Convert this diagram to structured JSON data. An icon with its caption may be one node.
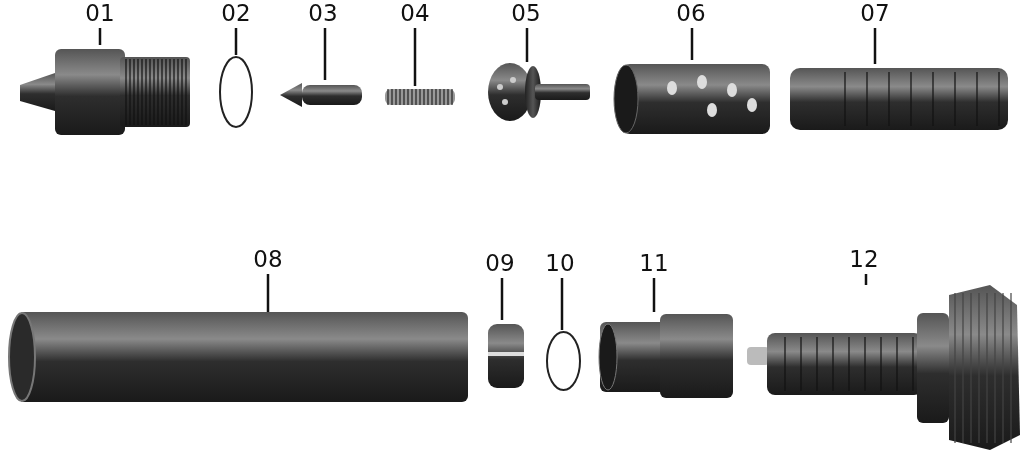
{
  "diagram": {
    "nodes": [
      {
        "text": [
          "01"
        ]
      },
      {
        "text": [
          "02"
        ]
      },
      {
        "text": [
          "03"
        ]
      },
      {
        "text": [
          "04"
        ]
      },
      {
        "text": [
          "05"
        ]
      },
      {
        "text": [
          "06"
        ]
      },
      {
        "text": [
          "07"
        ]
      },
      {
        "text": [
          "08"
        ]
      },
      {
        "text": [
          "09"
        ]
      },
      {
        "text": [
          "10"
        ]
      },
      {
        "text": [
          "11"
        ]
      },
      {
        "text": [
          "12"
        ]
      },
      {
        "text": [],
        "shape": "picture"
      },
      {
        "text": [],
        "shape": "circle"
      },
      {
        "text": [],
        "shape": "picture"
      },
      {
        "text": [],
        "shape": "picture"
      },
      {
        "text": [],
        "shape": "picture"
      },
      {
        "text": [],
        "shape": "picture"
      },
      {
        "text": [],
        "shape": "picture"
      },
      {
        "text": [],
        "shape": "picture"
      },
      {
        "text": [],
        "shape": "picture"
      },
      {
        "text": [],
        "shape": "circle"
      },
      {
        "text": [],
        "shape": "picture"
      },
      {
        "text": [],
        "shape": "picture"
      }
    ],
    "edges": [
      {
        "from": 0,
        "to": 12,
        "arrow": "none"
      },
      {
        "from": 1,
        "to": 13,
        "arrow": "none"
      },
      {
        "from": 2,
        "to": 14,
        "arrow": "none"
      },
      {
        "from": 3,
        "to": 15,
        "arrow": "none"
      },
      {
        "from": 4,
        "to": 16,
        "arrow": "none"
      },
      {
        "from": 5,
        "to": 17,
        "arrow": "none"
      },
      {
        "from": 6,
        "to": 18,
        "arrow": "none"
      },
      {
        "from": 7,
        "to": 19,
        "arrow": "none"
      },
      {
        "from": 8,
        "to": 20,
        "arrow": "none"
      },
      {
        "from": 9,
        "to": 21,
        "arrow": "none"
      },
      {
        "from": 10,
        "to": 22,
        "arrow": "none"
      },
      {
        "from": 11,
        "to": 23,
        "arrow": "none"
      }
    ]
  }
}
